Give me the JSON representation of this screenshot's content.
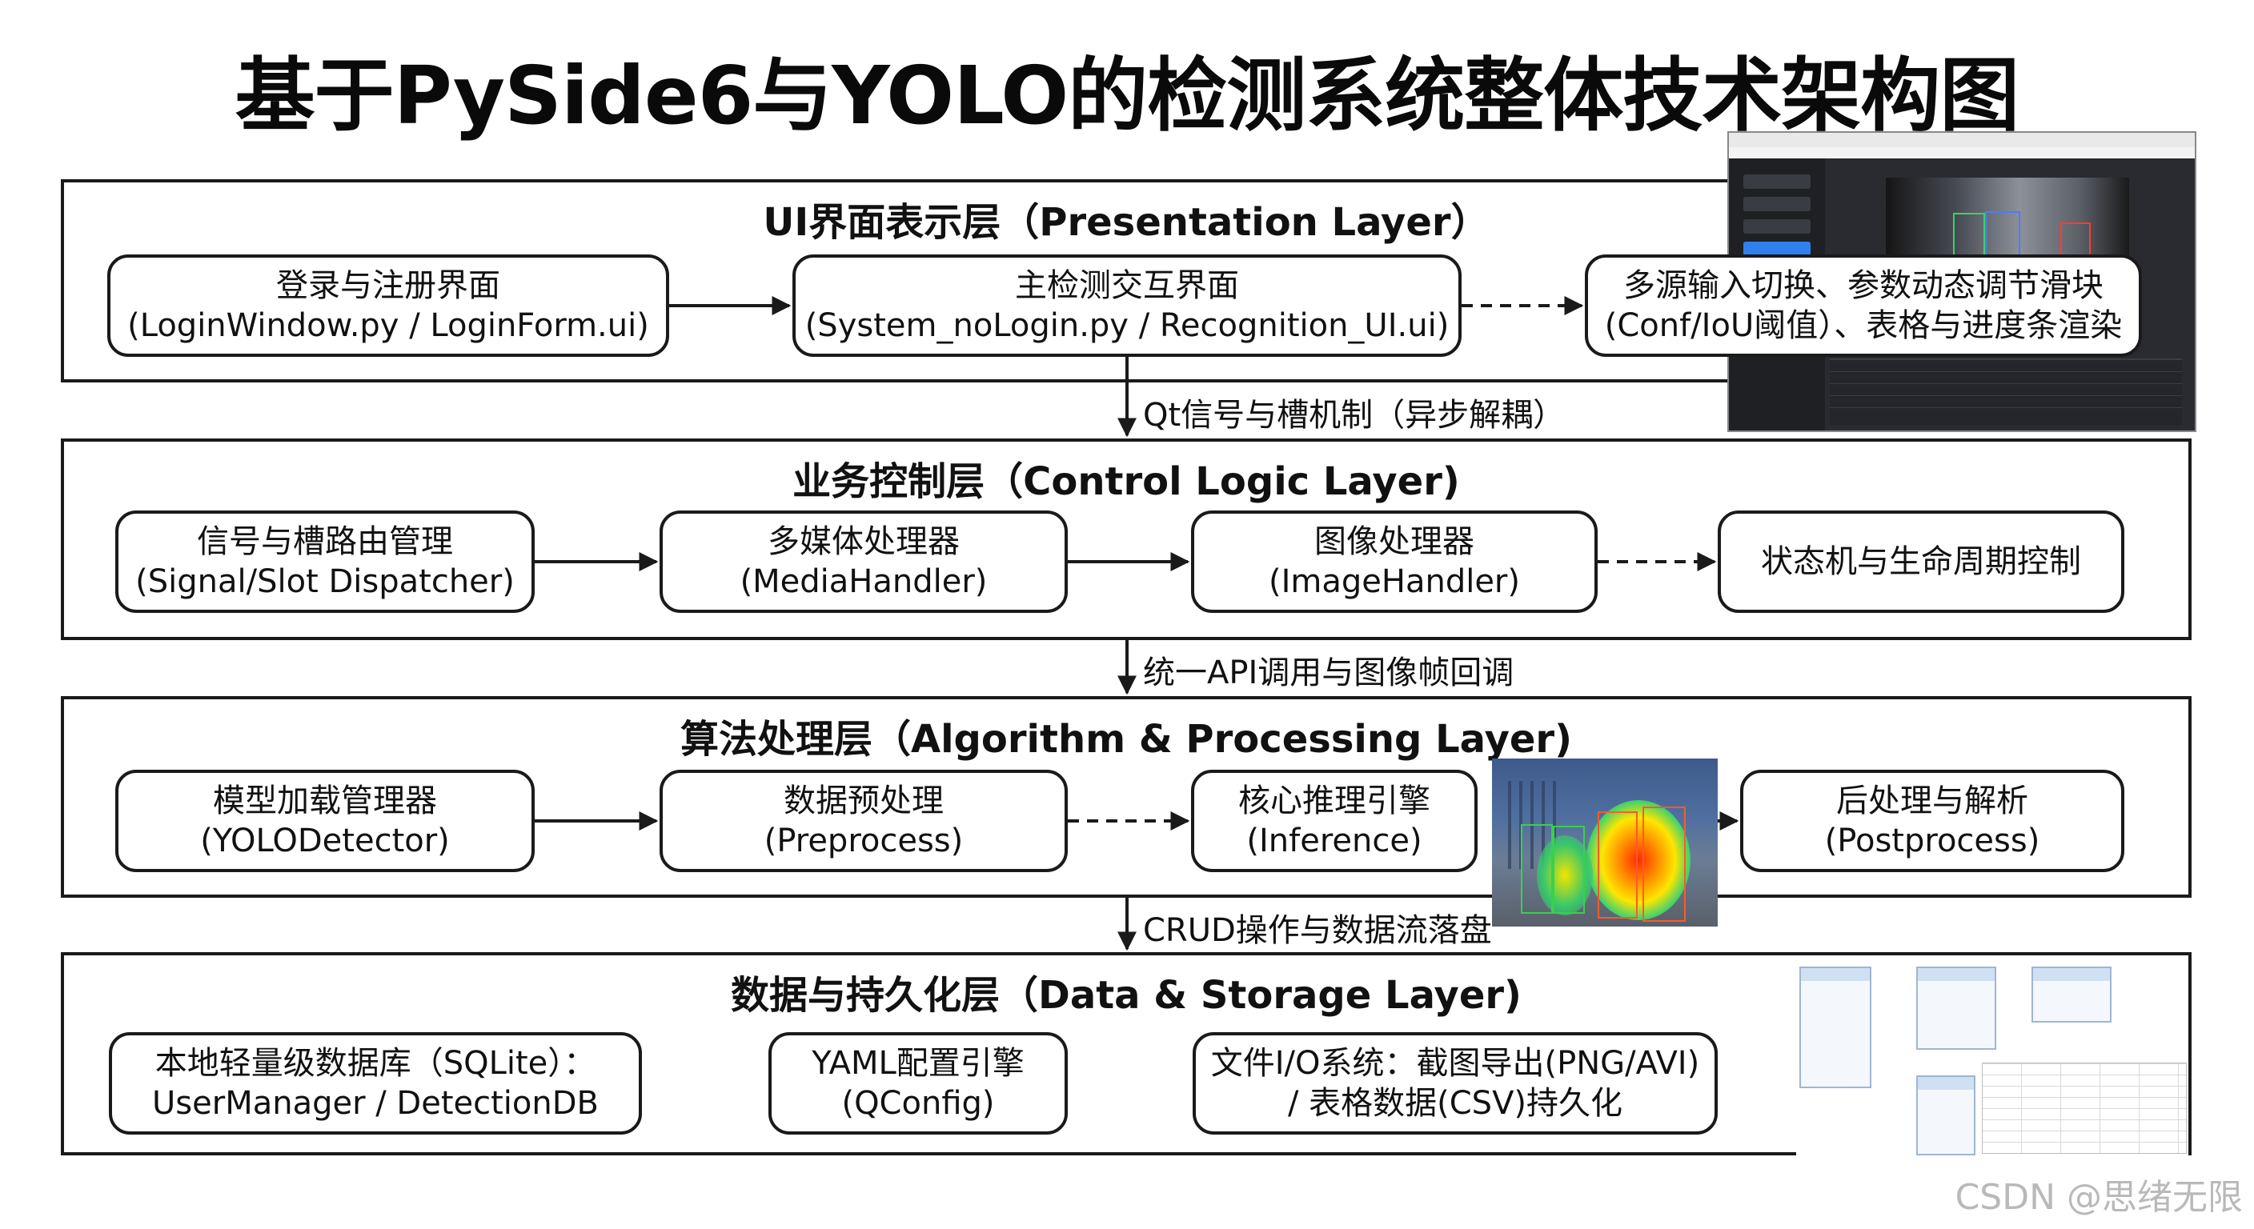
{
  "title": "基于PySide6与YOLO的检测系统整体技术架构图",
  "layers": {
    "presentation": {
      "title": "UI界面表示层（Presentation Layer）",
      "nodes": [
        {
          "line1": "登录与注册界面",
          "line2": "(LoginWindow.py / LoginForm.ui)"
        },
        {
          "line1": "主检测交互界面",
          "line2": "(System_noLogin.py / Recognition_UI.ui)"
        },
        {
          "line1": "多源输入切换、参数动态调节滑块",
          "line2": "(Conf/IoU阈值）、表格与进度条渲染"
        }
      ]
    },
    "control": {
      "title": "业务控制层（Control Logic Layer)",
      "nodes": [
        {
          "line1": "信号与槽路由管理",
          "line2": "(Signal/Slot Dispatcher)"
        },
        {
          "line1": "多媒体处理器",
          "line2": "(MediaHandler)"
        },
        {
          "line1": "图像处理器",
          "line2": "(ImageHandler)"
        },
        {
          "line1": "状态机与生命周期控制",
          "line2": ""
        }
      ]
    },
    "algorithm": {
      "title": "算法处理层（Algorithm & Processing Layer)",
      "nodes": [
        {
          "line1": "模型加载管理器",
          "line2": "(YOLODetector)"
        },
        {
          "line1": "数据预处理",
          "line2": "(Preprocess)"
        },
        {
          "line1": "核心推理引擎",
          "line2": "(Inference)"
        },
        {
          "line1": "后处理与解析",
          "line2": "(Postprocess)"
        }
      ]
    },
    "data": {
      "title": "数据与持久化层（Data & Storage Layer)",
      "nodes": [
        {
          "line1": "本地轻量级数据库（SQLite）：",
          "line2": "UserManager / DetectionDB"
        },
        {
          "line1": "YAML配置引擎",
          "line2": "(QConfig)"
        },
        {
          "line1": "文件I/O系统：截图导出(PNG/AVI)",
          "line2": "/ 表格数据(CSV)持久化"
        }
      ]
    }
  },
  "connectors": {
    "ui_to_control": "Qt信号与槽机制（异步解耦）",
    "control_to_algorithm": "统一API调用与图像帧回调",
    "algorithm_to_data": "CRUD操作与数据流落盘"
  },
  "watermark": "CSDN @思绪无限",
  "colors": {
    "border": "#1a1a1a",
    "background": "#ffffff",
    "watermark": "#b9b9b9"
  }
}
